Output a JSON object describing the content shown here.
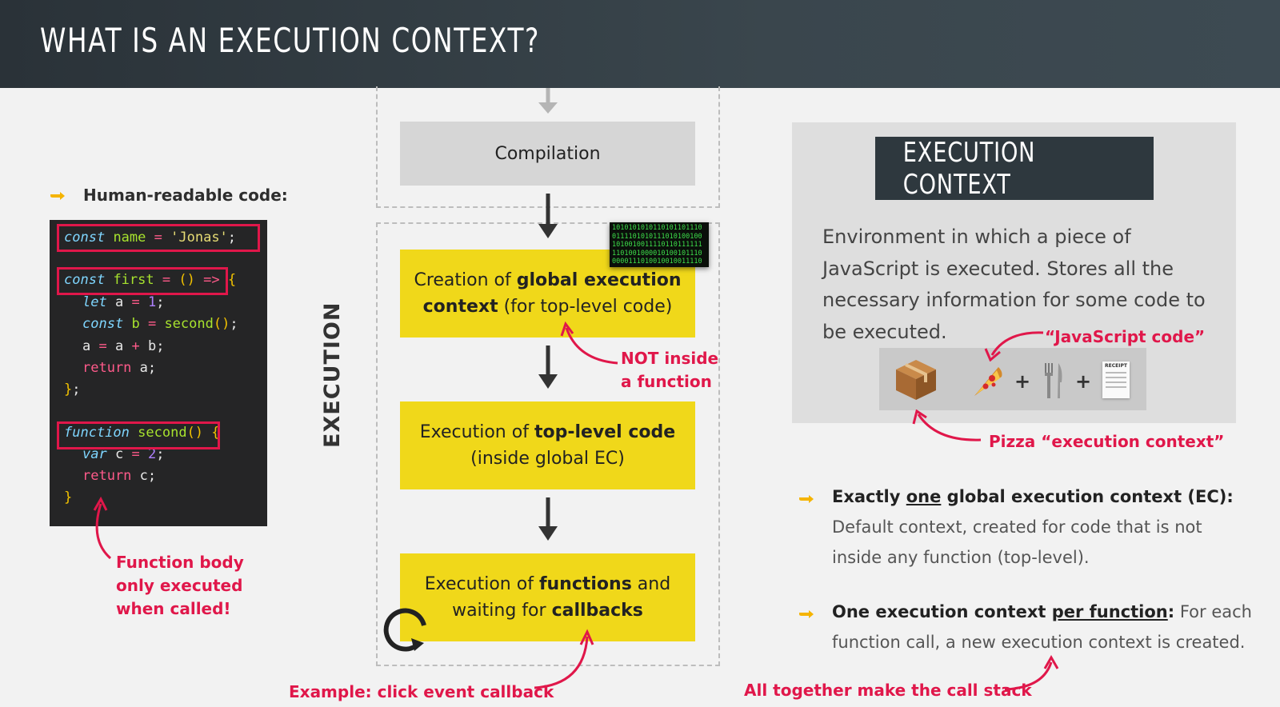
{
  "title": "WHAT IS AN EXECUTION CONTEXT?",
  "left": {
    "heading": "Human-readable code:",
    "code": {
      "l1": [
        "const",
        "name",
        "=",
        "'Jonas'",
        ";"
      ],
      "l2": [
        "const",
        "first",
        "=",
        "()",
        "=>",
        "{"
      ],
      "l3": [
        "let",
        "a",
        "=",
        "1",
        ";"
      ],
      "l4": [
        "const",
        "b",
        "=",
        "second",
        "()",
        ";"
      ],
      "l5": [
        "a",
        "=",
        "a",
        "+",
        "b",
        ";"
      ],
      "l6": [
        "return",
        "a",
        ";"
      ],
      "l7": [
        "}",
        ";"
      ],
      "l8": [
        "function",
        "second",
        "()",
        "{"
      ],
      "l9": [
        "var",
        "c",
        "=",
        "2",
        ";"
      ],
      "l10": [
        "return",
        "c",
        ";"
      ],
      "l11": [
        "}"
      ]
    },
    "note": [
      "Function body",
      "only executed",
      "when called!"
    ]
  },
  "center": {
    "compilation": "Compilation",
    "box1": {
      "a": "Creation of ",
      "b": "global execution",
      "c": "context",
      "d": " (for top-level code)"
    },
    "box2": {
      "a": "Execution of ",
      "b": "top-level code",
      "c": "(inside global EC)"
    },
    "box3": {
      "a": "Execution of ",
      "b": "functions",
      "c": " and",
      "d": "waiting for ",
      "e": "callbacks"
    },
    "not_inside": [
      "NOT inside",
      "a function"
    ],
    "vertical_label": "EXECUTION",
    "example": "Example: click event callback",
    "binary": [
      "1010101010110101101110",
      "0111101010111010100100",
      "1010010011110110111111",
      "1101001000010100101110",
      "0000111010010010011110"
    ]
  },
  "right": {
    "ec_title": "EXECUTION CONTEXT",
    "ec_desc": "Environment in which a piece of JavaScript is executed. Stores all the necessary information for some code to be executed.",
    "js_code_label": "“JavaScript code”",
    "pizza_label": "Pizza “execution context”",
    "receipt_text": "RECEIPT",
    "bullet1": {
      "a": "Exactly ",
      "b": "one",
      "c": " global execution context (EC):",
      "d": "Default context, created for code that is not",
      "e": "inside any function (top-level)."
    },
    "bullet2": {
      "a": "One execution context ",
      "b": "per function",
      "c": ":",
      "d": " For each",
      "e": "function call, a new execution context is created."
    },
    "call_stack": "All together make the call stack"
  },
  "colors": {
    "accent": "#e0174a",
    "yellow": "#f0d81a",
    "header": "#323c42"
  }
}
